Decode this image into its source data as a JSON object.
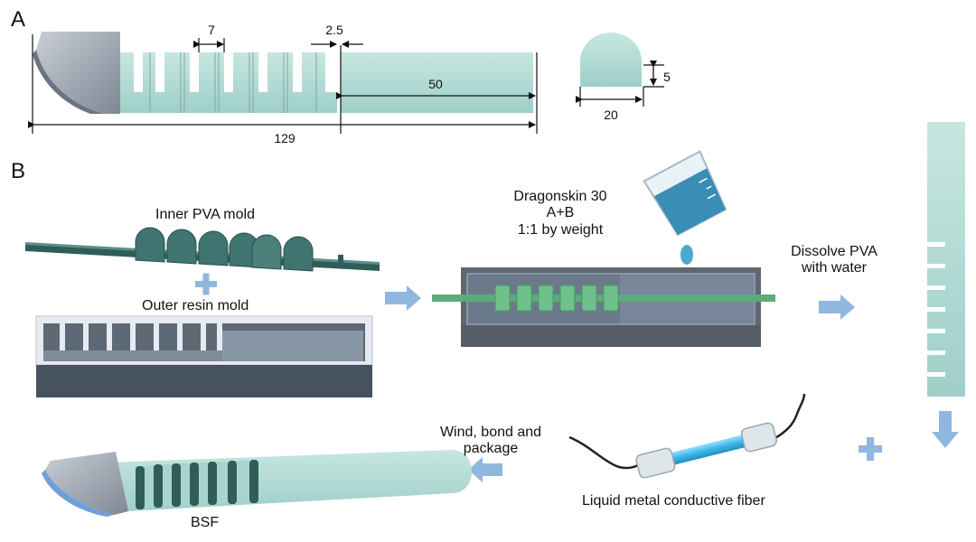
{
  "panels": {
    "a": "A",
    "b": "B"
  },
  "dimensions": {
    "slot_width": "7",
    "wall_gap": "2.5",
    "tail_length": "50",
    "total_length": "129",
    "height": "5",
    "width": "20"
  },
  "labels": {
    "inner_mold": "Inner PVA mold",
    "outer_mold": "Outer resin mold",
    "silicone_line1": "Dragonskin 30",
    "silicone_line2": "A+B",
    "silicone_line3": "1:1 by weight",
    "dissolve_line1": "Dissolve PVA",
    "dissolve_line2": "with water",
    "wind_line1": "Wind, bond and",
    "wind_line2": "package",
    "fiber": "Liquid metal conductive fiber",
    "bsf": "BSF"
  },
  "colors": {
    "mint": "#b5dcd6",
    "mint_dark": "#8fc2bb",
    "teal_mold": "#2f5e5a",
    "green_insert": "#6fc18c",
    "resin_gray": "#5f6770",
    "arrow_blue": "#8fb7df",
    "fiber_cyan": "#3fb6e6"
  }
}
